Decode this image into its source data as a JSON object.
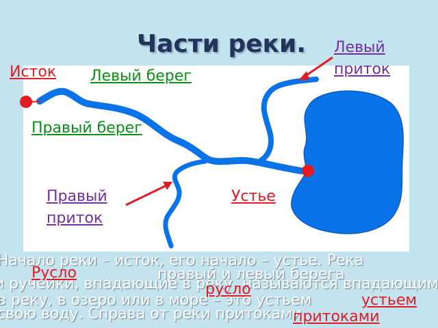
{
  "title": "Части реки.",
  "labels": {
    "source": "Исток",
    "left_bank": "Левый берег",
    "right_bank": "Правый берег",
    "left_tributary": "Левый приток",
    "right_tributary": "Правый приток",
    "mouth": "Устье"
  },
  "overlay_text": {
    "line1": "Начало реки – исток, его начало – устье. Река",
    "line2": "и ручейки, впадающие в реку, называются впадающими",
    "line3": "в реку, в озеро или в море – это устьем",
    "line4": "свою воду. Справа от реки притоками.",
    "red_1": "Русло",
    "red_2": "устьем",
    "red_3": "притоками",
    "mid_1": "правый и левый берега",
    "mid_2": "русло"
  },
  "colors": {
    "water": "#0a73e8",
    "label_red": "#e11b22",
    "label_green": "#0a8f19",
    "label_purple": "#7030a0",
    "title": "#21355c"
  }
}
